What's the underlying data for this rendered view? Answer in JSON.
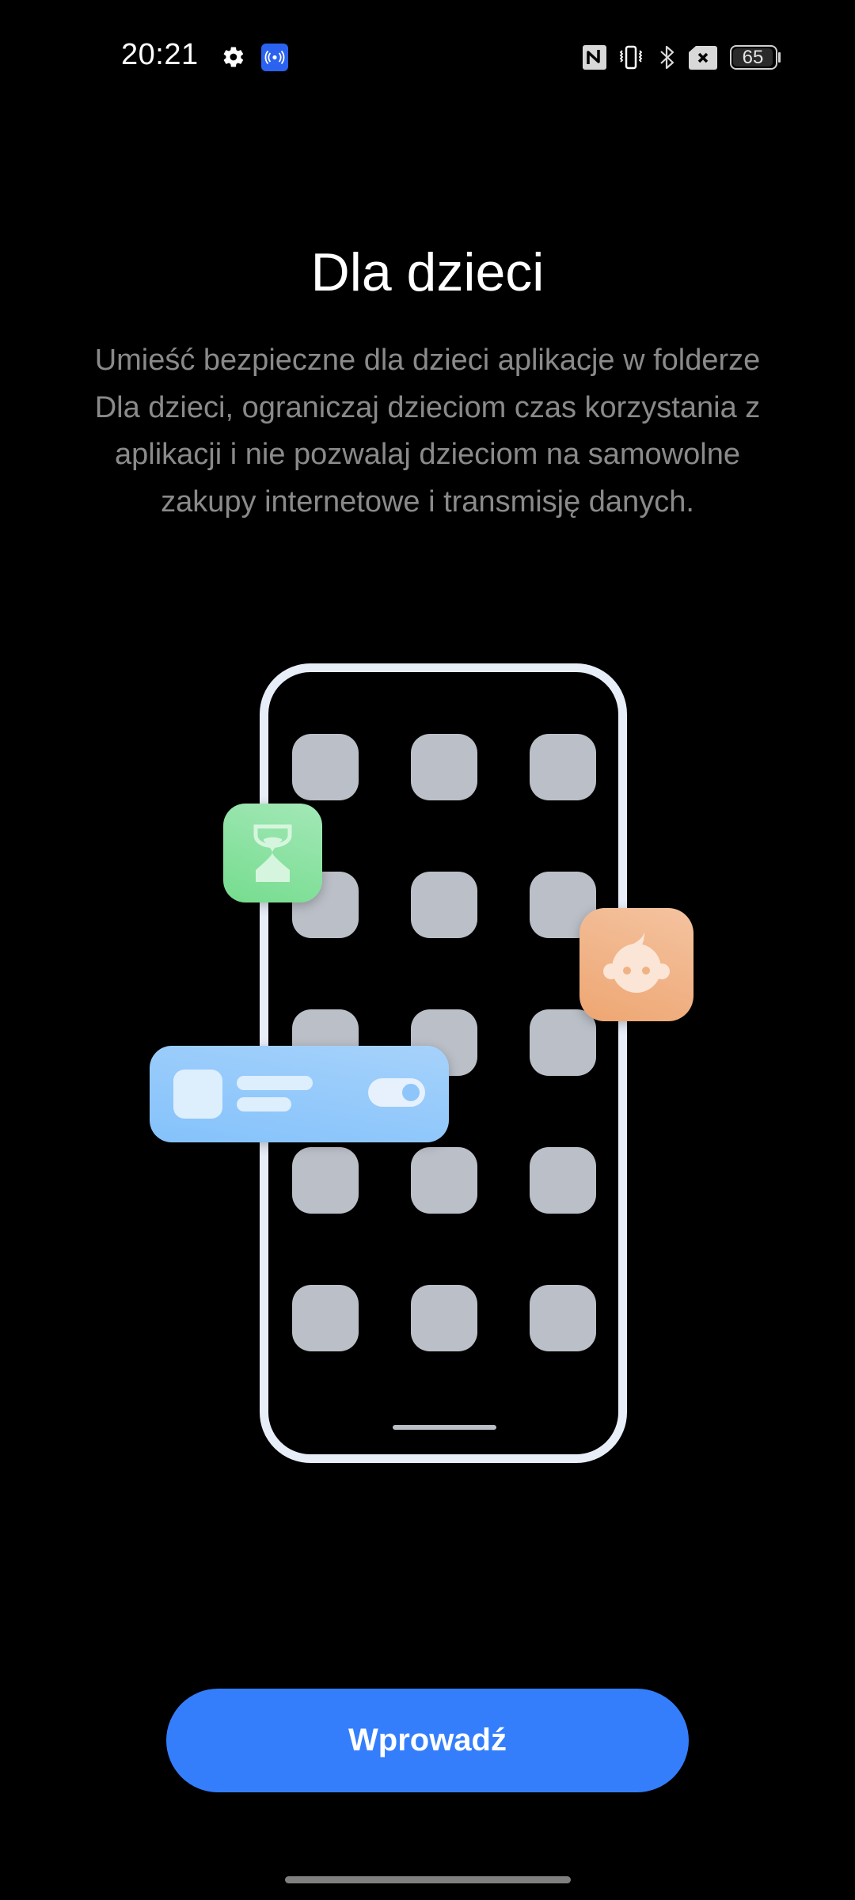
{
  "status_bar": {
    "time": "20:21",
    "left_icons": [
      "gear-icon",
      "hotspot-icon"
    ],
    "right_icons": [
      "nfc-icon",
      "vibrate-icon",
      "bluetooth-icon",
      "no-sim-icon",
      "battery-icon"
    ],
    "battery_level": "65",
    "hotspot_color": "#2b63f0"
  },
  "main": {
    "title": "Dla dzieci",
    "description": "Umieść bezpieczne dla dzieci aplikacje w folderze Dla dzieci, ograniczaj dzieciom czas korzystania z aplikacji i nie pozwalaj dzieciom na samowolne zakupy internetowe i transmisję danych."
  },
  "illustration": {
    "floating_icons": [
      "hourglass-icon",
      "baby-face-icon",
      "toggle-widget"
    ],
    "colors": {
      "frame": "#e8eef8",
      "app_tile": "#bbbfc7",
      "green_tile": "#86e19c",
      "orange_tile": "#f0b283",
      "widget": "#93c9fb"
    }
  },
  "footer": {
    "primary_button_label": "Wprowadź",
    "primary_button_color": "#347efc"
  }
}
